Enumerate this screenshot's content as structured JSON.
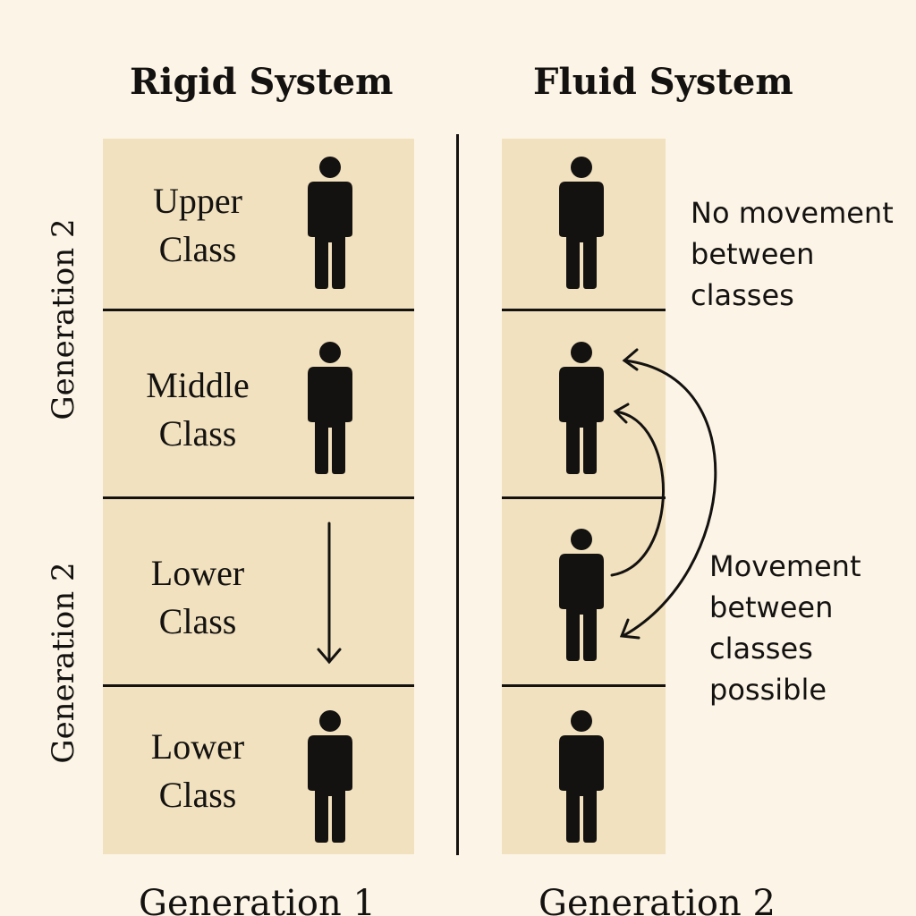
{
  "headings": {
    "rigid": "Rigid System",
    "fluid": "Fluid System"
  },
  "side_labels": {
    "upper": "Generation 2",
    "lower": "Generation 2"
  },
  "rigid_rows": [
    {
      "line1": "Upper",
      "line2": "Class"
    },
    {
      "line1": "Middle",
      "line2": "Class"
    },
    {
      "line1": "Lower",
      "line2": "Class"
    },
    {
      "line1": "Lower",
      "line2": "Class"
    }
  ],
  "notes": {
    "no_movement": [
      "No movement",
      "between",
      "classes"
    ],
    "movement": [
      "Movement",
      "between",
      "classes",
      "possible"
    ]
  },
  "bottom_labels": {
    "left": "Generation 1",
    "right": "Generation 2"
  },
  "colors": {
    "background": "#fcf5e7",
    "panel": "#f1e1bf",
    "ink": "#141210"
  }
}
